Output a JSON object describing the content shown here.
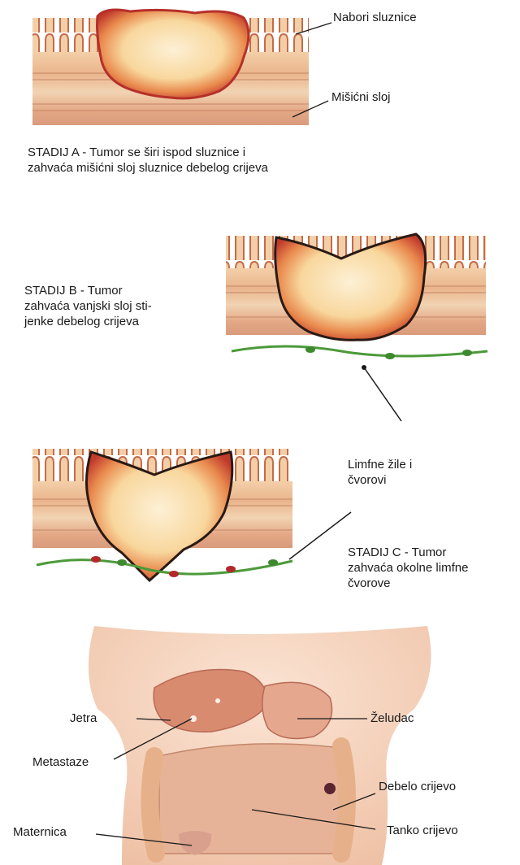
{
  "stage_a": {
    "label_nabori": "Nabori sluznice",
    "label_misicni": "Mišićni sloj",
    "caption": "STADIJ A - Tumor se širi ispod sluznice i\nzahvaća mišićni sloj sluznice debelog crijeva"
  },
  "stage_b": {
    "caption": "STADIJ B - Tumor\nzahvaća vanjski sloj sti-\njenke debelog crijeva"
  },
  "stage_c": {
    "label_limfne": "Limfne žile i\nčvorovi",
    "caption": "STADIJ C - Tumor\nzahvaća okolne limfne\nčvorove"
  },
  "stage_d": {
    "label_jetra": "Jetra",
    "label_metastaze": "Metastaze",
    "label_zeludac": "Želudac",
    "label_debelo": "Debelo crijevo",
    "label_tanko": "Tanko crijevo",
    "label_maternica": "Maternica"
  },
  "colors": {
    "mucosa": "#f0c9a0",
    "muscle": "#e7b28d",
    "tumor_edge": "#c0392b",
    "tumor_core": "#fbe7c4",
    "lymph": "#4c9a3a",
    "skin": "#f4d2bc"
  }
}
